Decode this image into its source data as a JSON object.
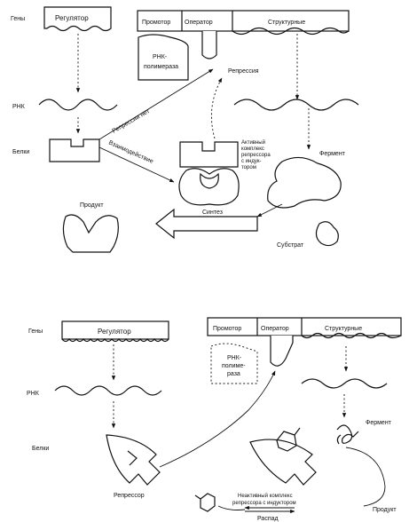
{
  "top": {
    "genes_label": "Гены",
    "regulator_label": "Регулятор",
    "promoter_label": "Промотор",
    "operator_label": "Оператор",
    "structural_label": "Структурные",
    "rna_polymerase_line1": "РНК-",
    "rna_polymerase_line2": "полимераза",
    "repression_label": "Репрессия",
    "rna_label": "РНК",
    "no_repression_label": "Репрессии нет",
    "interaction_label": "Взаимодействие",
    "proteins_label": "Белки",
    "complex_line1": "Активный",
    "complex_line2": "комплекс",
    "complex_line3": "репрессора",
    "complex_line4": "с индук-",
    "complex_line5": "тором",
    "enzyme_label": "Фермент",
    "product_label": "Продукт",
    "synthesis_label": "Синтез",
    "substrate_label": "Субстрат"
  },
  "bottom": {
    "genes_label": "Гены",
    "regulator_label": "Регулятор",
    "promoter_label": "Промотор",
    "operator_label": "Оператор",
    "structural_label": "Структурные",
    "rna_polymerase_line1": "РНК-",
    "rna_polymerase_line2": "полиме-",
    "rna_polymerase_line3": "раза",
    "rna_label": "РНК",
    "proteins_label": "Белки",
    "enzyme_label": "Фермент",
    "repressor_label": "Репрессор",
    "inactive_line1": "Неактивный комплекс",
    "inactive_line2": "репрессора с индуктором",
    "decay_label": "Распад",
    "product_label": "Продукт"
  }
}
